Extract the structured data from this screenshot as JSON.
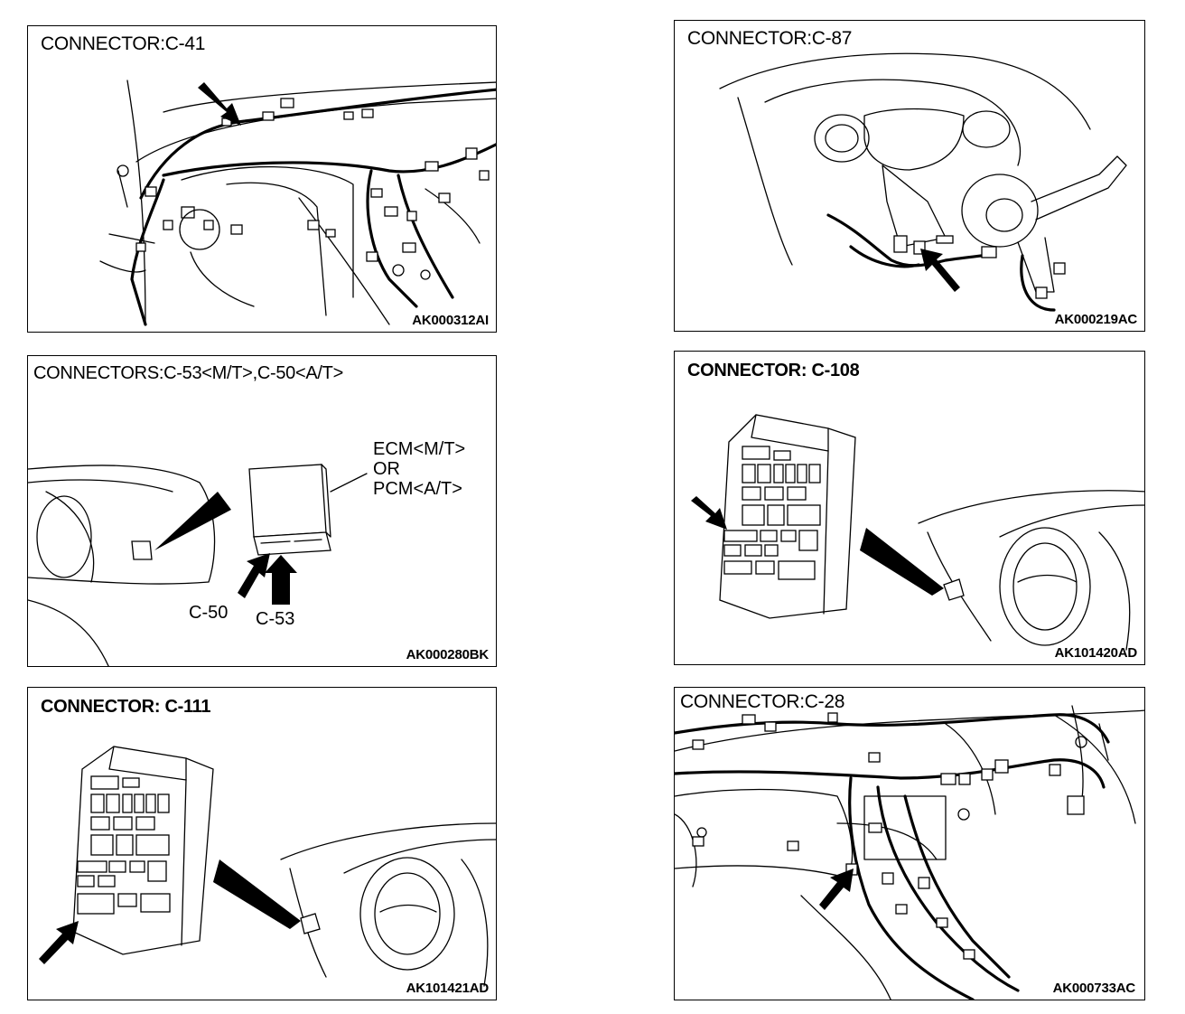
{
  "panels": [
    {
      "title": "CONNECTOR:C-41",
      "code": "AK000312AI"
    },
    {
      "title": "CONNECTOR:C-87",
      "code": "AK000219AC"
    },
    {
      "title": "CONNECTORS:C-53<M/T>,C-50<A/T>",
      "code": "AK000280BK",
      "module_label": [
        "ECM<M/T>",
        "OR",
        "PCM<A/T>"
      ],
      "callouts": [
        "C-50",
        "C-53"
      ]
    },
    {
      "title": "CONNECTOR: C-108",
      "code": "AK101420AD"
    },
    {
      "title": "CONNECTOR: C-111",
      "code": "AK101421AD"
    },
    {
      "title": "CONNECTOR:C-28",
      "code": "AK000733AC"
    }
  ]
}
